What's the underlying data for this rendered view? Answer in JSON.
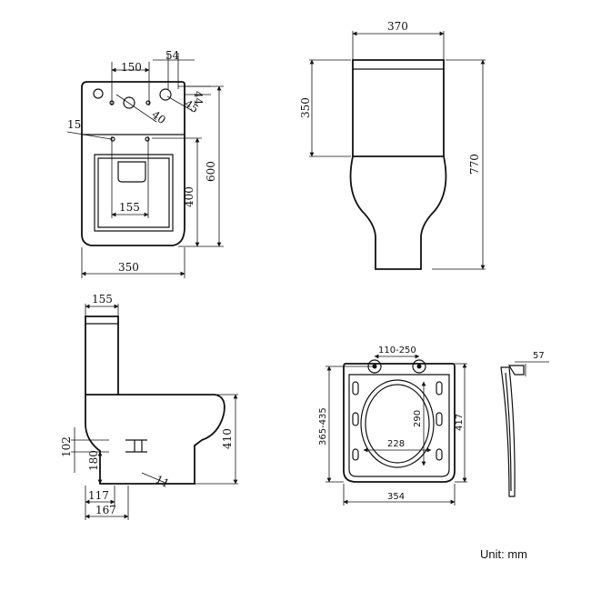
{
  "unit_label": "Unit: mm",
  "top_view": {
    "d_150": "150",
    "d_54": "54",
    "d_44": "44",
    "d_40": "40",
    "d_45": "45",
    "d_15": "15",
    "d_600": "600",
    "d_400": "400",
    "d_155": "155",
    "d_350": "350"
  },
  "front_view": {
    "d_370": "370",
    "d_350": "350",
    "d_770": "770"
  },
  "side_view": {
    "d_155": "155",
    "d_410": "410",
    "d_102": "102",
    "d_180": "180",
    "d_11": "11",
    "d_117": "117",
    "d_167": "167"
  },
  "seat_view": {
    "d_110_250": "110-250",
    "d_365_435": "365-435",
    "d_417": "417",
    "d_290": "290",
    "d_228": "228",
    "d_354": "354",
    "d_57": "57"
  }
}
